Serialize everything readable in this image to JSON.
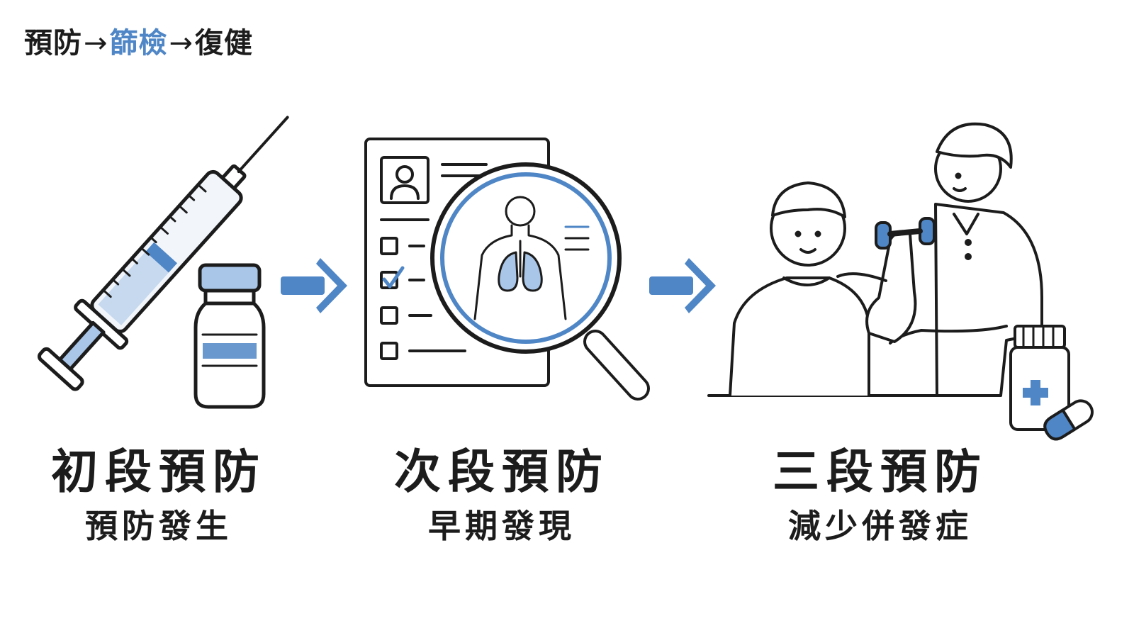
{
  "header": {
    "part1": "預防",
    "arrow1": "→",
    "part2": "篩檢",
    "arrow2": "→",
    "part3": "復健"
  },
  "stages": [
    {
      "title": "初段預防",
      "subtitle": "預防發生",
      "icon": "syringe-vial-icon"
    },
    {
      "title": "次段預防",
      "subtitle": "早期發現",
      "icon": "magnifier-checklist-icon"
    },
    {
      "title": "三段預防",
      "subtitle": "減少併發症",
      "icon": "rehab-therapist-icon"
    }
  ],
  "connectors": [
    "arrow-right-icon",
    "arrow-right-icon"
  ],
  "colors": {
    "accent": "#4f86c6",
    "accent_light": "#a9c6e8",
    "ink": "#1c1c1c"
  }
}
